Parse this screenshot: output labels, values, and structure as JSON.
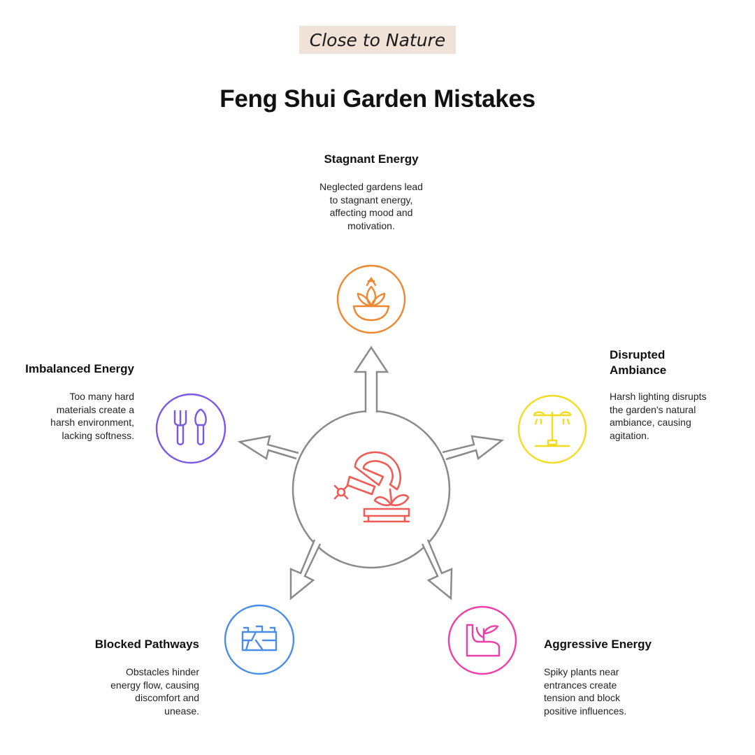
{
  "brand": "Close to Nature",
  "title": "Feng Shui Garden Mistakes",
  "colors": {
    "orange": "#f0862e",
    "yellow": "#f3dc20",
    "purple": "#7b57e6",
    "blue": "#4a8de8",
    "pink": "#ee3ea8",
    "red": "#ef5b55",
    "outline": "#8a8a8a"
  },
  "items": {
    "stagnant": {
      "title": "Stagnant Energy",
      "lines": [
        "Neglected gardens lead",
        "to stagnant energy,",
        "affecting mood and",
        "motivation."
      ],
      "icon": "lotus-bowl-icon"
    },
    "disrupted": {
      "title_lines": [
        "Disrupted",
        "Ambiance"
      ],
      "lines": [
        "Harsh lighting disrupts",
        "the garden's natural",
        "ambiance, causing",
        "agitation."
      ],
      "icon": "street-lamp-icon"
    },
    "imbalanced": {
      "title": "Imbalanced Energy",
      "lines": [
        "Too many hard",
        "materials create a",
        "harsh environment,",
        "lacking softness."
      ],
      "icon": "garden-tools-icon"
    },
    "blocked": {
      "title": "Blocked Pathways",
      "lines": [
        "Obstacles hinder",
        "energy flow, causing",
        "discomfort and",
        "unease."
      ],
      "icon": "cracked-path-icon"
    },
    "aggressive": {
      "title": "Aggressive Energy",
      "lines": [
        "Spiky plants near",
        "entrances create",
        "tension and block",
        "positive influences."
      ],
      "icon": "spiky-plant-icon"
    }
  },
  "center_icon": "garden-mistake-icon"
}
